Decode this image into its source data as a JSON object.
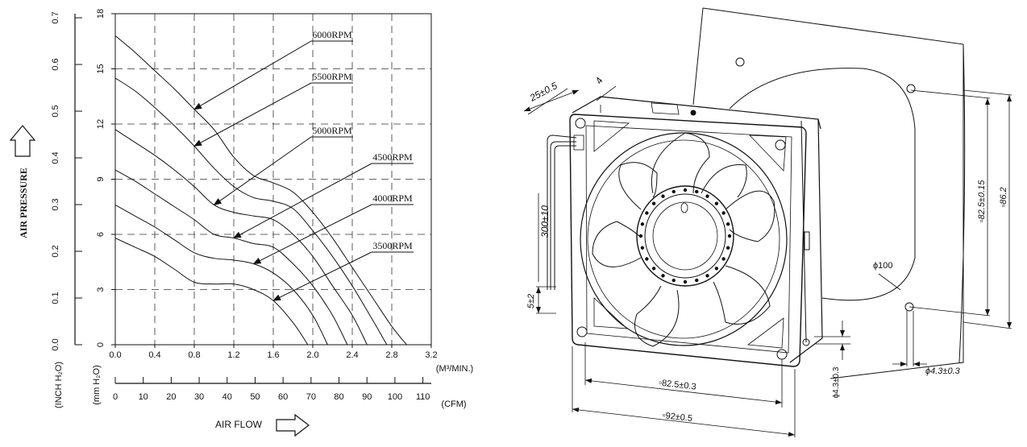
{
  "chart_data": {
    "type": "line",
    "ylabel": "AIR PRESSURE",
    "xlabel": "AIR FLOW",
    "x_axis": {
      "unit": "(M³/MIN.)",
      "range": [
        0,
        3.2
      ],
      "ticks": [
        "0.0",
        "0.4",
        "0.8",
        "1.2",
        "1.6",
        "2.0",
        "2.4",
        "2.8",
        "3.2"
      ]
    },
    "x2_axis": {
      "unit": "(CFM)",
      "range": [
        0,
        113
      ],
      "ticks": [
        "0",
        "10",
        "20",
        "30",
        "40",
        "50",
        "60",
        "70",
        "80",
        "90",
        "100",
        "110"
      ]
    },
    "y_axis": {
      "unit": "(mm H₂O)",
      "range": [
        0,
        18
      ],
      "ticks": [
        "0",
        "3",
        "6",
        "9",
        "12",
        "15",
        "18"
      ]
    },
    "y2_axis": {
      "unit": "(INCH H₂O)",
      "range": [
        0,
        0.7087
      ],
      "ticks": [
        "0.0",
        "0.1",
        "0.2",
        "0.3",
        "0.4",
        "0.5",
        "0.6",
        "0.7"
      ]
    },
    "grid": true,
    "series": [
      {
        "name": "6000RPM",
        "x": [
          0,
          0.2,
          0.4,
          0.6,
          0.8,
          1.0,
          1.2,
          1.4,
          1.6,
          1.8,
          2.0,
          2.2,
          2.4,
          2.6,
          2.8,
          2.95
        ],
        "y": [
          16.8,
          15.9,
          14.9,
          13.9,
          12.8,
          11.7,
          10.2,
          9.2,
          8.8,
          8.3,
          7.2,
          5.8,
          4.2,
          2.6,
          1.0,
          0
        ]
      },
      {
        "name": "5500RPM",
        "x": [
          0,
          0.2,
          0.4,
          0.6,
          0.8,
          1.0,
          1.2,
          1.4,
          1.6,
          1.8,
          2.0,
          2.2,
          2.4,
          2.6,
          2.75
        ],
        "y": [
          14.5,
          13.8,
          12.9,
          11.9,
          10.8,
          9.6,
          8.6,
          8.0,
          7.8,
          7.4,
          6.2,
          4.8,
          3.2,
          1.4,
          0
        ]
      },
      {
        "name": "5000RPM",
        "x": [
          0,
          0.2,
          0.4,
          0.6,
          0.8,
          1.0,
          1.2,
          1.4,
          1.6,
          1.8,
          2.0,
          2.2,
          2.4,
          2.55
        ],
        "y": [
          11.7,
          11.0,
          10.3,
          9.5,
          8.6,
          7.6,
          7.2,
          7.0,
          6.8,
          6.0,
          4.8,
          3.2,
          1.6,
          0
        ]
      },
      {
        "name": "4500RPM",
        "x": [
          0,
          0.2,
          0.4,
          0.6,
          0.8,
          1.0,
          1.2,
          1.4,
          1.6,
          1.8,
          2.0,
          2.2,
          2.35
        ],
        "y": [
          9.5,
          8.9,
          8.2,
          7.5,
          6.8,
          6.0,
          5.8,
          5.5,
          5.3,
          4.4,
          3.2,
          1.6,
          0
        ]
      },
      {
        "name": "4000RPM",
        "x": [
          0,
          0.2,
          0.4,
          0.6,
          0.8,
          1.0,
          1.2,
          1.4,
          1.6,
          1.8,
          2.0,
          2.15
        ],
        "y": [
          7.6,
          7.0,
          6.4,
          5.7,
          5.0,
          4.7,
          4.6,
          4.4,
          3.9,
          3.0,
          1.6,
          0
        ]
      },
      {
        "name": "3500RPM",
        "x": [
          0,
          0.2,
          0.4,
          0.6,
          0.8,
          1.0,
          1.2,
          1.4,
          1.6,
          1.8,
          1.95
        ],
        "y": [
          5.8,
          5.3,
          4.8,
          4.1,
          3.4,
          3.3,
          3.3,
          3.0,
          2.4,
          1.2,
          0
        ]
      }
    ],
    "annotations": [
      "6000RPM",
      "5500RPM",
      "5000RPM",
      "4500RPM",
      "4000RPM",
      "3500RPM"
    ]
  },
  "drawing": {
    "dimensions": {
      "d_25": "25±0.5",
      "d_4": "4",
      "d_300": "300±10",
      "d_5": "5±2",
      "d_82_5_side": "▫82.5±0.15",
      "d_86_2": "▫86.2",
      "d_phi100": "ϕ100",
      "d_phi43_left": "ϕ4.3±0.3",
      "d_phi43_right": "ϕ4.3±0.3",
      "d_82_5_bottom": "▫82.5±0.3",
      "d_92": "▫92±0.5"
    }
  }
}
